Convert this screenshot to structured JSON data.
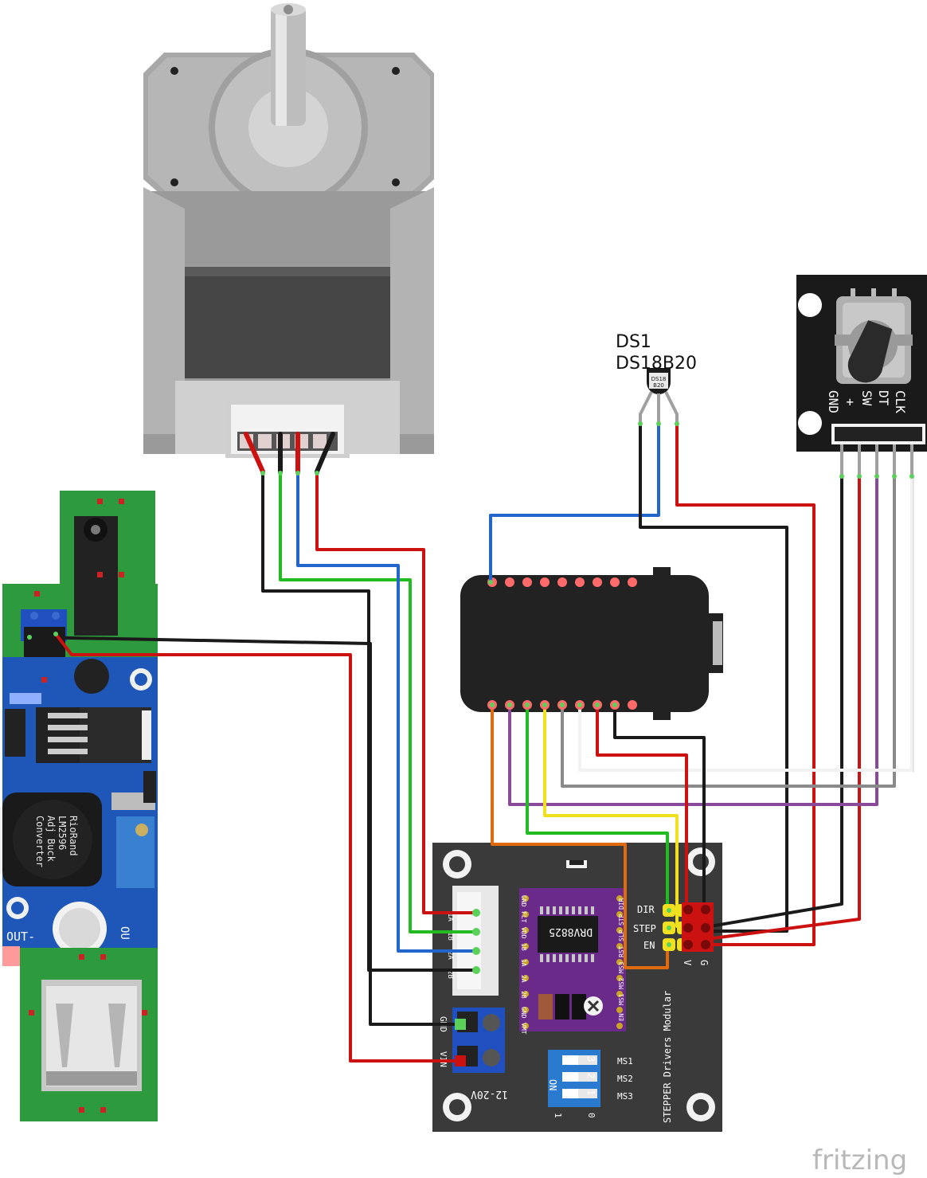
{
  "ds18b20": {
    "label_line1": "DS1",
    "label_line2": "DS18B20",
    "body_text_1": "DS18",
    "body_text_2": "B20"
  },
  "encoder": {
    "pins": [
      "CLK",
      "DT",
      "SW",
      "+",
      "GND"
    ]
  },
  "buck": {
    "text": [
      "RioRand",
      "LM2596",
      "Adj Buck",
      "Converter"
    ],
    "out_minus": "OUT-",
    "out_cut": "OU"
  },
  "driver_board": {
    "title": "STEPPER Drivers Modular",
    "chip": "DRV8825",
    "ctrl_labels": [
      "DIR",
      "STEP",
      "EN"
    ],
    "power_labels": [
      "V",
      "G"
    ],
    "terminal_labels": [
      "GND",
      "VIN"
    ],
    "voltage": "12-20V",
    "dip_on": "ON",
    "dip_nums": [
      "3",
      "2",
      "1"
    ],
    "ms_labels": [
      "MS1",
      "MS2",
      "MS3"
    ],
    "one": "1",
    "zero": "0",
    "motor_header": [
      "1A",
      "1B",
      "2A",
      "2B"
    ],
    "drv_left_pins": [
      "GND",
      "FLT",
      "VDD",
      "1B",
      "1A",
      "2A",
      "2B",
      "GND",
      "VMT"
    ],
    "drv_right_pins": [
      "DIR",
      "STP",
      "SLP",
      "RST",
      "MS3",
      "MS2",
      "MS1",
      "EN"
    ]
  },
  "brand": "fritzing",
  "colors": {
    "wire_red": "#cc1111",
    "wire_black": "#1a1a1a",
    "wire_green": "#22bb22",
    "wire_blue": "#2266cc",
    "wire_orange": "#e06a10",
    "wire_yellow": "#f0e020",
    "wire_gray": "#8a8a8a",
    "wire_white": "#f2f2f2",
    "wire_purple": "#8a4a9a",
    "pcb_green": "#2e9a3e",
    "pcb_blue": "#1f57b8",
    "driver_board": "#3a3a3a",
    "drv_purple": "#6a2a8a"
  }
}
